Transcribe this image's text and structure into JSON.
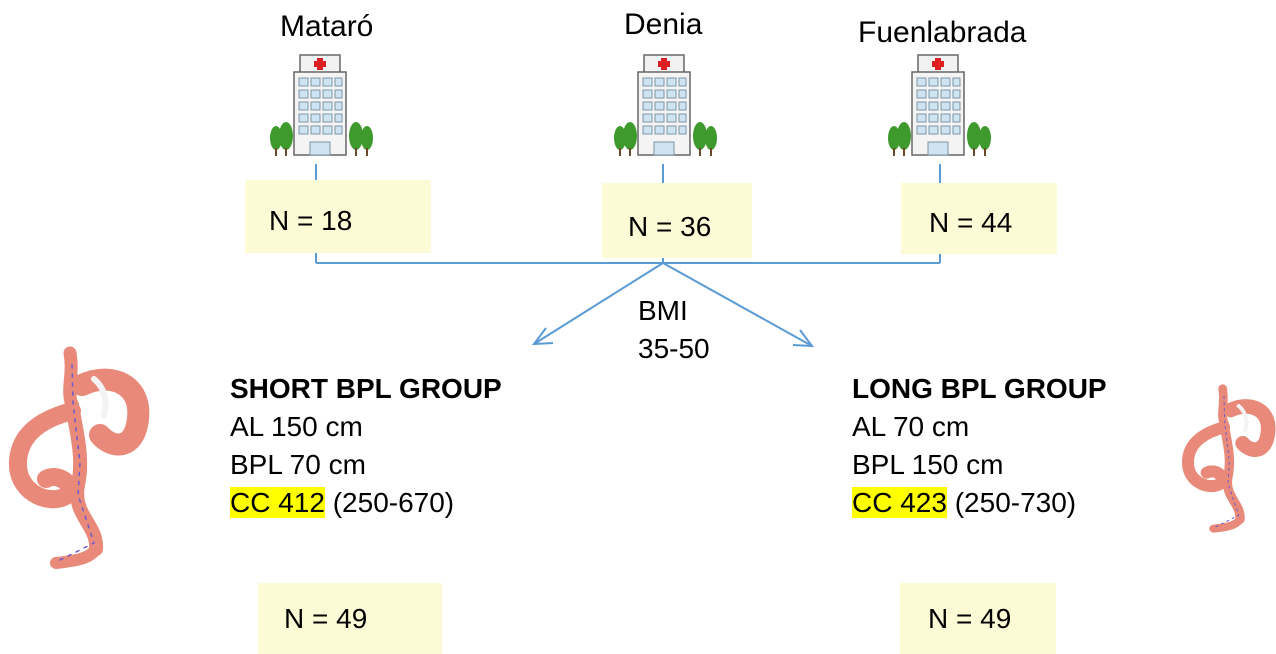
{
  "hospitals": [
    {
      "name": "Mataró",
      "n_label": "N = 18"
    },
    {
      "name": "Denia",
      "n_label": "N = 36"
    },
    {
      "name": "Fuenlabrada",
      "n_label": "N = 44"
    }
  ],
  "bmi": {
    "label": "BMI",
    "range": "35-50"
  },
  "groups": [
    {
      "title": "SHORT BPL GROUP",
      "al": "AL 150 cm",
      "bpl": "BPL 70 cm",
      "cc_highlight": "CC 412",
      "cc_range": "(250-670)",
      "n_label": "N = 49"
    },
    {
      "title": "LONG BPL GROUP",
      "al": "AL 70 cm",
      "bpl": "BPL 150 cm",
      "cc_highlight": "CC 423",
      "cc_range": "(250-730)",
      "n_label": "N = 49"
    }
  ],
  "colors": {
    "connector": "#5b9bd5",
    "box_fill": "#fdfbd6",
    "highlight": "#ffff00",
    "stomach": "#e8897a"
  },
  "icons": [
    "hospital-building-icon",
    "gastric-bypass-illustration"
  ]
}
